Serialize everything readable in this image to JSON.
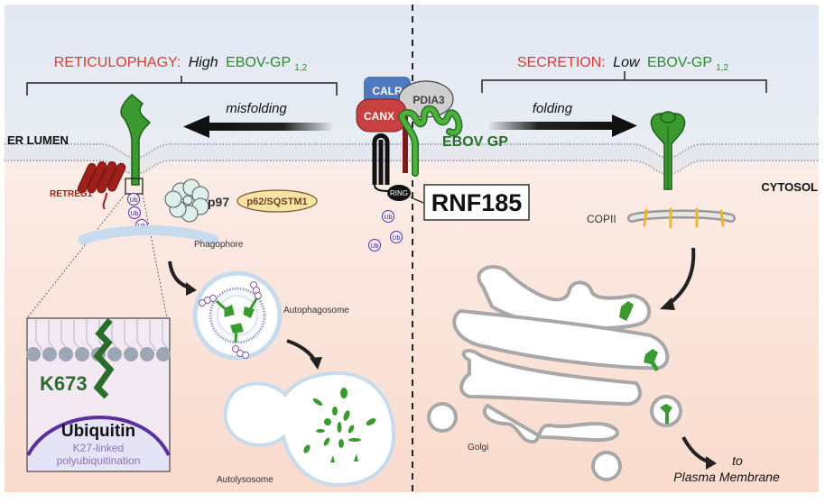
{
  "left_section": {
    "title_process": "RETICULOPHAGY:",
    "title_level": "High",
    "title_protein": "EBOV-GP",
    "title_subscript": "1,2",
    "arrow_label": "misfolding"
  },
  "right_section": {
    "title_process": "SECRETION:",
    "title_level": "Low",
    "title_protein": "EBOV-GP",
    "title_subscript": "1,2",
    "arrow_label": "folding"
  },
  "compartments": {
    "er_lumen": "ER LUMEN",
    "cytosol": "CYTOSOL"
  },
  "chaperones": {
    "calr": "CALR",
    "canx": "CANX",
    "pdia3": "PDIA3",
    "ebov_gp": "EBOV GP"
  },
  "ligase": {
    "ring": "RING",
    "name": "RNF185"
  },
  "ub_label": "Ub",
  "left_labels": {
    "retreg1": "RETREG1",
    "p97": "p97",
    "p62": "p62/SQSTM1",
    "phagophore": "Phagophore",
    "autophagosome": "Autophagosome",
    "autolysosome": "Autolysosome"
  },
  "inset": {
    "residue": "K673",
    "ubiquitin": "Ubiquitin",
    "linkage_line1": "K27-linked",
    "linkage_line2": "polyubiquitination"
  },
  "right_labels": {
    "copii": "COPII",
    "golgi": "Golgi",
    "destination_line1": "to",
    "destination_line2": "Plasma Membrane"
  },
  "colors": {
    "gp_green": "#3a9a2f",
    "title_red": "#d93a35",
    "canx_red": "#c8403f",
    "calr_blue": "#4f78c0",
    "retreg1_red": "#a11f1a",
    "ubiquitin_purple": "#5b2fa0",
    "copii_yellow": "#f0b530"
  }
}
